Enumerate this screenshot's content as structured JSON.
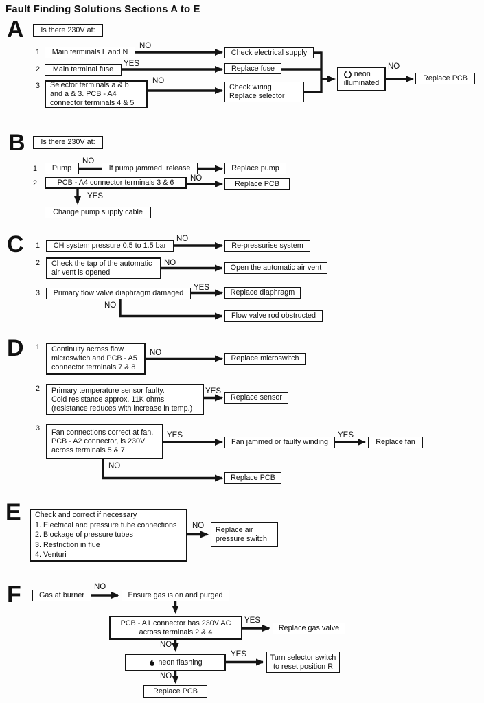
{
  "title": "Fault Finding Solutions Sections A to E",
  "icons": {
    "neon_indicator": "power-icon",
    "flame": "flame-icon"
  },
  "sections": {
    "a": {
      "letter": "A",
      "question": "Is there 230V at:",
      "r1": {
        "num": "1.",
        "box": "Main terminals L and N",
        "label": "NO",
        "result": "Check electrical supply"
      },
      "r2": {
        "num": "2.",
        "box": "Main terminal fuse",
        "label": "YES",
        "result": "Replace fuse"
      },
      "r3": {
        "num": "3.",
        "box": "Selector terminals a & b\nand a & 3. PCB - A4\nconnector terminals 4 & 5",
        "label": "NO",
        "result": "Check wiring\nReplace selector"
      },
      "neon": {
        "line1": "neon",
        "line2": "illuminated",
        "label": "NO",
        "result": "Replace PCB"
      }
    },
    "b": {
      "letter": "B",
      "question": "Is there 230V at:",
      "r1": {
        "num": "1.",
        "box": "Pump",
        "label": "NO",
        "mid": "If pump jammed, release",
        "result": "Replace pump"
      },
      "r2": {
        "num": "2.",
        "box": "PCB - A4 connector terminals 3 & 6",
        "label": "NO",
        "result": "Replace PCB",
        "yes_label": "YES",
        "yes_result": "Change pump supply cable"
      }
    },
    "c": {
      "letter": "C",
      "r1": {
        "num": "1.",
        "box": "CH system pressure 0.5 to 1.5 bar",
        "label": "NO",
        "result": "Re-pressurise system"
      },
      "r2": {
        "num": "2.",
        "box": "Check the tap of the automatic\nair vent is opened",
        "label": "NO",
        "result": "Open the automatic air vent"
      },
      "r3": {
        "num": "3.",
        "box": "Primary flow valve diaphragm damaged",
        "label": "YES",
        "result": "Replace diaphragm",
        "no_label": "NO",
        "no_result": "Flow valve rod obstructed"
      }
    },
    "d": {
      "letter": "D",
      "r1": {
        "num": "1.",
        "box": "Continuity across flow\nmicroswitch and PCB - A5\nconnector terminals 7 & 8",
        "label": "NO",
        "result": "Replace microswitch"
      },
      "r2": {
        "num": "2.",
        "box": "Primary temperature sensor faulty.\nCold resistance approx. 11K ohms\n(resistance reduces with increase in temp.)",
        "label": "YES",
        "result": "Replace sensor"
      },
      "r3": {
        "num": "3.",
        "box": "Fan connections correct at fan.\nPCB - A2 connector, is 230V\nacross terminals 5 & 7",
        "label": "YES",
        "result": "Fan jammed or faulty winding",
        "label2": "YES",
        "result2": "Replace fan",
        "no_label": "NO",
        "no_result": "Replace PCB"
      }
    },
    "e": {
      "letter": "E",
      "box": "Check and correct if necessary\n1. Electrical and pressure tube connections\n2. Blockage of pressure tubes\n3. Restriction in flue\n4. Venturi",
      "label": "NO",
      "result": "Replace air\npressure switch"
    },
    "f": {
      "letter": "F",
      "start": "Gas at burner",
      "no1": "NO",
      "ensure": "Ensure gas is on and purged",
      "pcb": "PCB - A1 connector has 230V AC\nacross terminals 2 & 4",
      "yes1": "YES",
      "gas_valve": "Replace gas valve",
      "no2": "NO",
      "neon": "neon flashing",
      "yes2": "YES",
      "selector": "Turn selector switch\nto reset position R",
      "no3": "NO",
      "replace_pcb": "Replace PCB"
    }
  }
}
